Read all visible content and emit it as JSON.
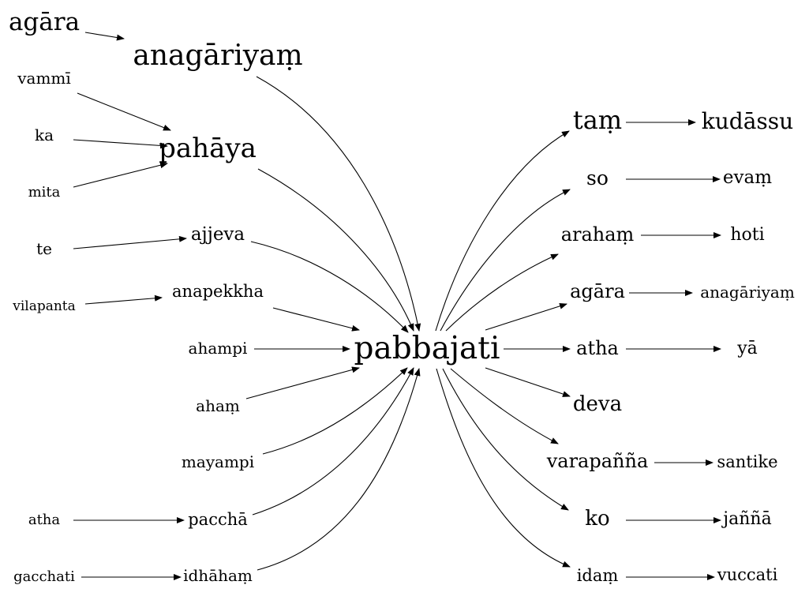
{
  "colors": {
    "background": "#ffffff",
    "ink": "#000000"
  },
  "nodes": {
    "agara1": "agāra",
    "anagariyam1": "anagāriyaṃ",
    "vammi": "vammī",
    "ka": "ka",
    "mita": "mita",
    "pahaya": "pahāya",
    "te": "te",
    "ajjeva": "ajjeva",
    "vilapanta": "vilapanta",
    "anapekkha": "anapekkha",
    "ahampi": "ahampi",
    "aham": "ahaṃ",
    "mayampi": "mayampi",
    "atha1": "atha",
    "paccha": "pacchā",
    "gacchati": "gacchati",
    "idhaham": "idhāhaṃ",
    "pabbajati": "pabbajati",
    "tam": "taṃ",
    "kudassu": "kudāssu",
    "so": "so",
    "evam": "evaṃ",
    "araham": "arahaṃ",
    "hoti": "hoti",
    "agara2": "agāra",
    "anagariyam2": "anagāriyaṃ",
    "atha2": "atha",
    "ya": "yā",
    "deva": "deva",
    "varapanna": "varapañña",
    "santike": "santike",
    "ko": "ko",
    "janna": "jaññā",
    "idam": "idaṃ",
    "vuccati": "vuccati"
  },
  "edges": [
    [
      "agara1",
      "anagariyam1"
    ],
    [
      "vammi",
      "pahaya"
    ],
    [
      "ka",
      "pahaya"
    ],
    [
      "mita",
      "pahaya"
    ],
    [
      "te",
      "ajjeva"
    ],
    [
      "vilapanta",
      "anapekkha"
    ],
    [
      "atha1",
      "paccha"
    ],
    [
      "gacchati",
      "idhaham"
    ],
    [
      "anagariyam1",
      "pabbajati"
    ],
    [
      "pahaya",
      "pabbajati"
    ],
    [
      "ajjeva",
      "pabbajati"
    ],
    [
      "anapekkha",
      "pabbajati"
    ],
    [
      "ahampi",
      "pabbajati"
    ],
    [
      "aham",
      "pabbajati"
    ],
    [
      "mayampi",
      "pabbajati"
    ],
    [
      "paccha",
      "pabbajati"
    ],
    [
      "idhaham",
      "pabbajati"
    ],
    [
      "pabbajati",
      "tam"
    ],
    [
      "pabbajati",
      "so"
    ],
    [
      "pabbajati",
      "araham"
    ],
    [
      "pabbajati",
      "agara2"
    ],
    [
      "pabbajati",
      "atha2"
    ],
    [
      "pabbajati",
      "deva"
    ],
    [
      "pabbajati",
      "varapanna"
    ],
    [
      "pabbajati",
      "ko"
    ],
    [
      "pabbajati",
      "idam"
    ],
    [
      "tam",
      "kudassu"
    ],
    [
      "so",
      "evam"
    ],
    [
      "araham",
      "hoti"
    ],
    [
      "agara2",
      "anagariyam2"
    ],
    [
      "atha2",
      "ya"
    ],
    [
      "varapanna",
      "santike"
    ],
    [
      "ko",
      "janna"
    ],
    [
      "idam",
      "vuccati"
    ]
  ]
}
